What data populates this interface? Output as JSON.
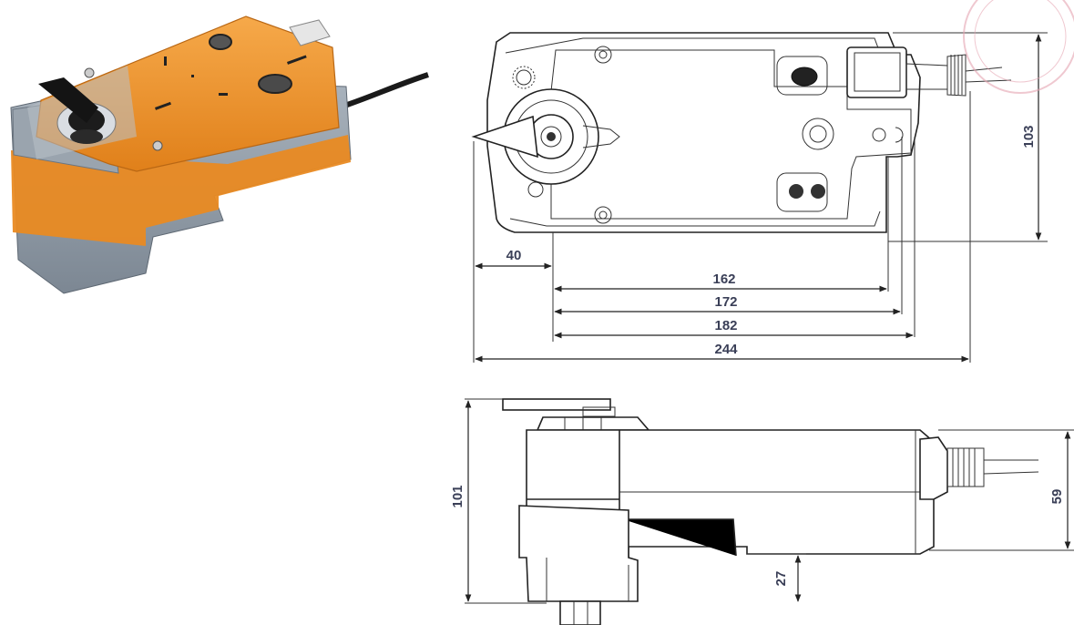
{
  "top_view": {
    "dim_40": "40",
    "dim_162": "162",
    "dim_172": "172",
    "dim_182": "182",
    "dim_244": "244",
    "dim_103": "103"
  },
  "side_view": {
    "dim_101": "101",
    "dim_59": "59",
    "dim_27": "27"
  },
  "colors": {
    "actuator_orange": "#f0962a",
    "actuator_grey": "#8f9aa6",
    "dimension_text": "#3a3f57",
    "stamp_red": "#e6a5b2"
  }
}
